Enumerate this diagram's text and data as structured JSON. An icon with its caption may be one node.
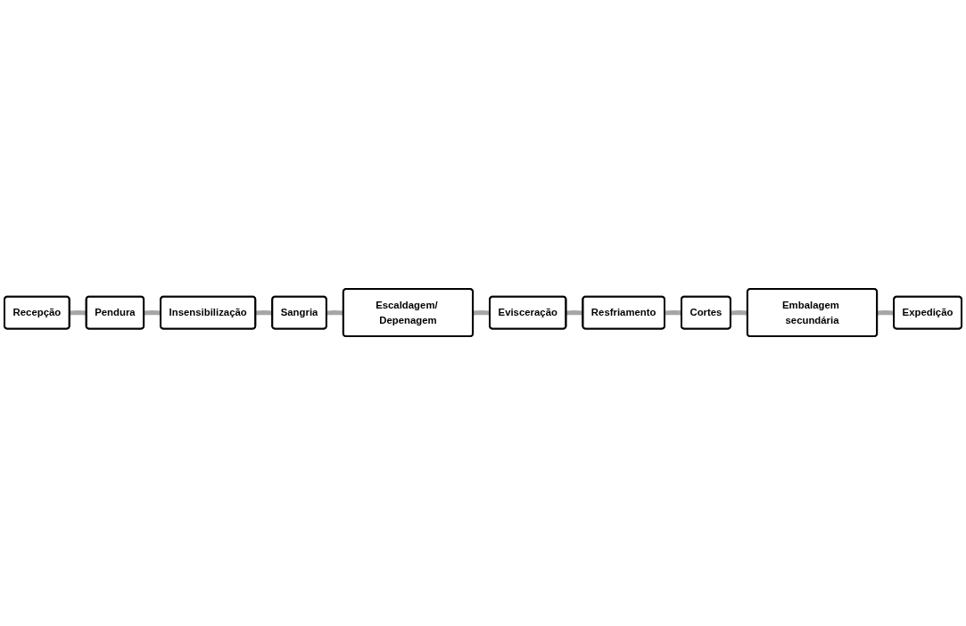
{
  "diagram": {
    "nodes": [
      {
        "text": [
          "Recepção"
        ]
      },
      {
        "text": [
          "Pendura"
        ]
      },
      {
        "text": [
          "Insensibilização"
        ]
      },
      {
        "text": [
          "Sangria"
        ]
      },
      {
        "text": [
          "Escaldagem/ Depenagem"
        ]
      },
      {
        "text": [
          "Evisceração"
        ]
      },
      {
        "text": [
          "Resfriamento"
        ]
      },
      {
        "text": [
          "Cortes"
        ]
      },
      {
        "text": [
          "Embalagem secundária"
        ]
      },
      {
        "text": [
          "Expedição"
        ]
      }
    ],
    "edges": [
      {
        "from": 0,
        "to": 1,
        "arrow": "none"
      },
      {
        "from": 1,
        "to": 2,
        "arrow": "none"
      },
      {
        "from": 2,
        "to": 3,
        "arrow": "none"
      },
      {
        "from": 3,
        "to": 4,
        "arrow": "none"
      },
      {
        "from": 4,
        "to": 5,
        "arrow": "none"
      },
      {
        "from": 5,
        "to": 6,
        "arrow": "none"
      },
      {
        "from": 6,
        "to": 7,
        "arrow": "none"
      },
      {
        "from": 7,
        "to": 8,
        "arrow": "none"
      },
      {
        "from": 8,
        "to": 9,
        "arrow": "none"
      }
    ]
  }
}
